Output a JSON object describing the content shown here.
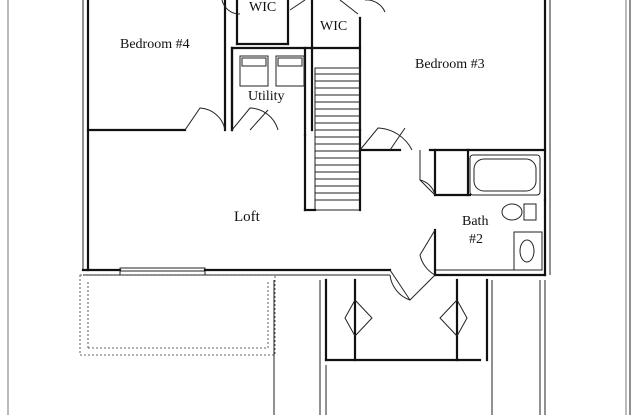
{
  "rooms": {
    "bedroom4": "Bedroom #4",
    "wic_left": "WIC",
    "wic_right": "WIC",
    "bedroom3": "Bedroom #3",
    "utility": "Utility",
    "loft": "Loft",
    "bath_line1": "Bath",
    "bath_line2": "#2"
  }
}
